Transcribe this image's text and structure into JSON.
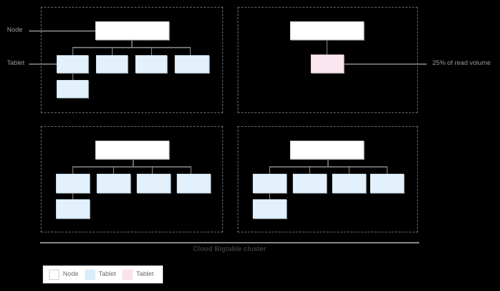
{
  "diagram": {
    "caption": "Cloud Bigtable cluster",
    "annotations": {
      "node_label": "Node",
      "tablet_label": "Tablet",
      "hot_tablet_label": "25% of read volume"
    },
    "legend": {
      "items": [
        {
          "label": "Node",
          "color": "#ffffff",
          "icon": "node-swatch"
        },
        {
          "label": "Tablet",
          "color": "#e2f1fb",
          "icon": "tablet-swatch"
        },
        {
          "label": "Tablet",
          "color": "#fbe6ef",
          "icon": "hot-tablet-swatch"
        }
      ]
    },
    "colors": {
      "background": "#000000",
      "node_fill": "#ffffff",
      "tablet_fill": "#e2f1fb",
      "hot_tablet_fill": "#fbe6ef",
      "panel_border": "#6f6f6f",
      "connector": "#6d6d6d",
      "caption_text": "#3b3b3b",
      "label_text": "#9a9a9a",
      "legend_text": "#6b6b6b"
    },
    "panels": [
      {
        "id": "panel-top-left",
        "node_count": 1,
        "tablet_count": 5,
        "hot_tablet_count": 0
      },
      {
        "id": "panel-top-right",
        "node_count": 1,
        "tablet_count": 0,
        "hot_tablet_count": 1
      },
      {
        "id": "panel-bottom-left",
        "node_count": 1,
        "tablet_count": 5,
        "hot_tablet_count": 0
      },
      {
        "id": "panel-bottom-right",
        "node_count": 1,
        "tablet_count": 5,
        "hot_tablet_count": 0
      }
    ]
  }
}
